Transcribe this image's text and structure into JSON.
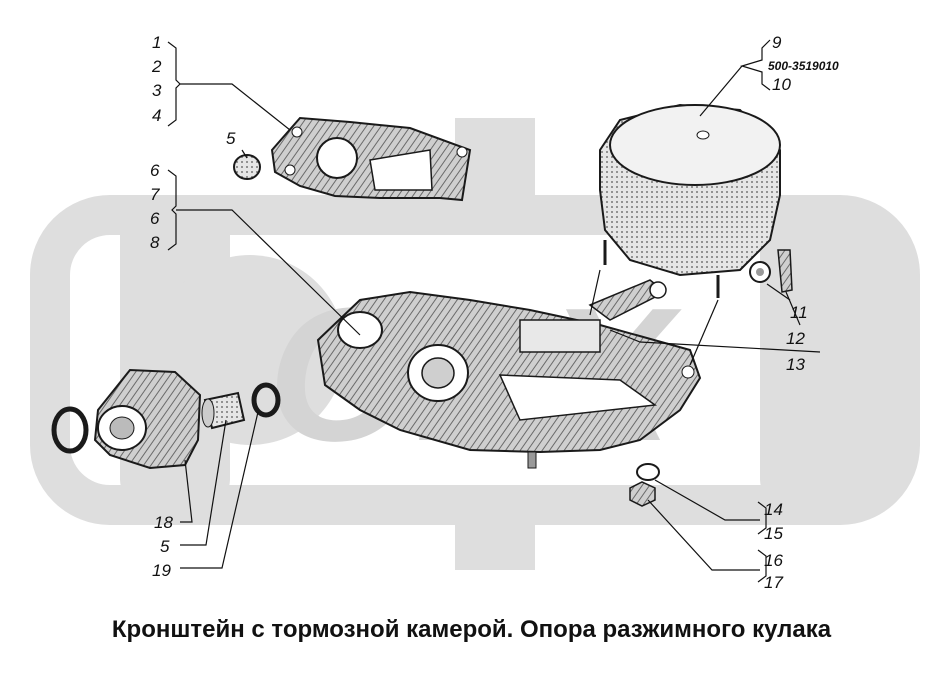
{
  "labels": {
    "l1": "1",
    "l2": "2",
    "l3": "3",
    "l4": "4",
    "l5a": "5",
    "l6a": "6",
    "l7": "7",
    "l6b": "6",
    "l8": "8",
    "l9": "9",
    "part_number": "500-3519010",
    "l10": "10",
    "l11": "11",
    "l12": "12",
    "l13": "13",
    "l14": "14",
    "l15": "15",
    "l16": "16",
    "l17": "17",
    "l18": "18",
    "l5b": "5",
    "l19": "19"
  },
  "watermark": {
    "text": "ОВХ",
    "color": "#d8d8d8"
  },
  "caption": "Кронштейн с тормозной камерой. Опора разжимного кулака"
}
